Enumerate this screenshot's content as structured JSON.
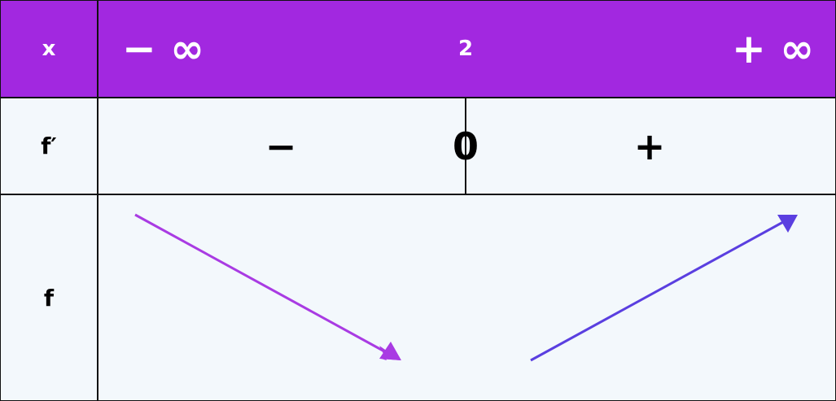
{
  "table": {
    "x_label": "x",
    "fprime_label": "f′",
    "f_label": "f",
    "x_values": [
      "− ∞",
      "2",
      "+ ∞"
    ],
    "fprime_signs": [
      "−",
      "+"
    ],
    "fprime_zero": "0",
    "variations": [
      "decreasing",
      "increasing"
    ]
  },
  "colors": {
    "header_bg": "#a228e0",
    "cell_bg": "#f3f8fc",
    "border": "#111111",
    "arrow_decreasing": "#a93be3",
    "arrow_increasing": "#5a3fe0"
  }
}
